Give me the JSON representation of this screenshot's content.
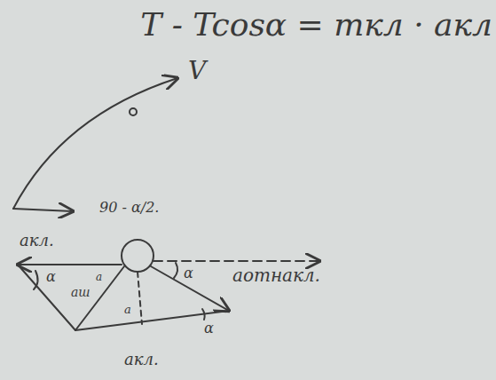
{
  "diagram": {
    "labels": [
      "T - Tcosα = mкл · aкл",
      "V",
      "90 - α/2.",
      "aкл.",
      "α",
      "aш",
      "a",
      "α",
      "a",
      "α",
      "aотн",
      "aкл.",
      "aкл."
    ]
  }
}
